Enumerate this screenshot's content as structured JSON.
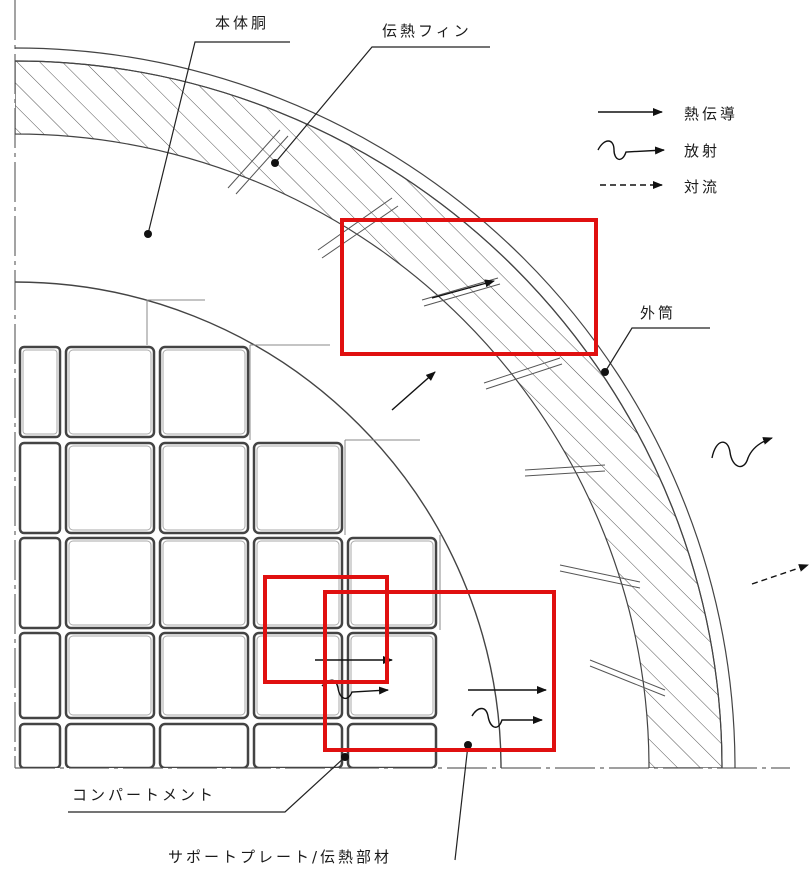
{
  "labels": {
    "body_shell": "本体胴",
    "heat_fin": "伝熱フィン",
    "outer_shell": "外筒",
    "compartment": "コンパートメント",
    "support_plate": "サポートプレート/伝熱部材"
  },
  "legend": [
    {
      "icon": "solid-arrow-icon",
      "label": "熱伝導"
    },
    {
      "icon": "wavy-arrow-icon",
      "label": "放射"
    },
    {
      "icon": "dashed-arrow-icon",
      "label": "対流"
    }
  ],
  "colors": {
    "highlight": "#e01010",
    "line": "#333333"
  }
}
